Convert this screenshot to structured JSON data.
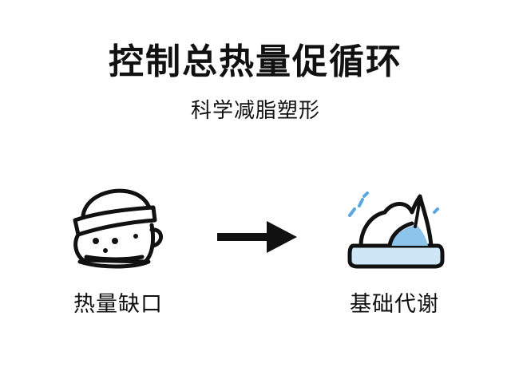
{
  "title": "控制总热量促循环",
  "subtitle": "科学减脂塑形",
  "left": {
    "label": "热量缺口",
    "icon": "headband-face-icon"
  },
  "right": {
    "label": "基础代谢",
    "icon": "energy-figure-icon"
  },
  "arrow": {
    "icon": "arrow-right-icon"
  },
  "colors": {
    "ink": "#111111",
    "accent_light": "#cfe6f7",
    "accent_mid": "#8cc4ec",
    "sparkle": "#5aa8e0"
  }
}
